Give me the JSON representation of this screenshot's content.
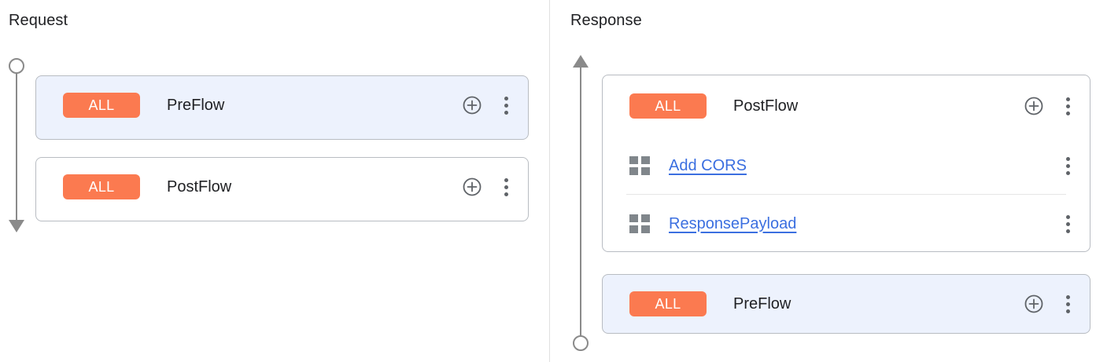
{
  "panels": {
    "request": {
      "title": "Request",
      "rail": {
        "start_marker": "circle",
        "end_marker": "arrow-down",
        "direction": "downward"
      },
      "cards": [
        {
          "badge": "ALL",
          "name": "PreFlow",
          "selected": true,
          "add_icon": "plus-circle-icon",
          "menu_icon": "more-vert-icon",
          "policies": []
        },
        {
          "badge": "ALL",
          "name": "PostFlow",
          "selected": false,
          "add_icon": "plus-circle-icon",
          "menu_icon": "more-vert-icon",
          "policies": []
        }
      ]
    },
    "response": {
      "title": "Response",
      "rail": {
        "start_marker": "arrow-up",
        "end_marker": "circle",
        "direction": "upward"
      },
      "cards": [
        {
          "badge": "ALL",
          "name": "PostFlow",
          "selected": false,
          "add_icon": "plus-circle-icon",
          "menu_icon": "more-vert-icon",
          "policies": [
            {
              "handle_icon": "grid-drag-icon",
              "label": "Add CORS",
              "menu_icon": "more-vert-icon"
            },
            {
              "handle_icon": "grid-drag-icon",
              "label": "ResponsePayload",
              "menu_icon": "more-vert-icon"
            }
          ]
        },
        {
          "badge": "ALL",
          "name": "PreFlow",
          "selected": true,
          "add_icon": "plus-circle-icon",
          "menu_icon": "more-vert-icon",
          "policies": []
        }
      ]
    }
  },
  "colors": {
    "badge_all": "#fb7a50",
    "selected_card_bg": "#edf2fd",
    "card_border": "#b8bcc2",
    "link": "#3b6fe0",
    "rail": "#8a8a8a",
    "icon": "#5f6368",
    "divider": "#e0e0e0"
  }
}
